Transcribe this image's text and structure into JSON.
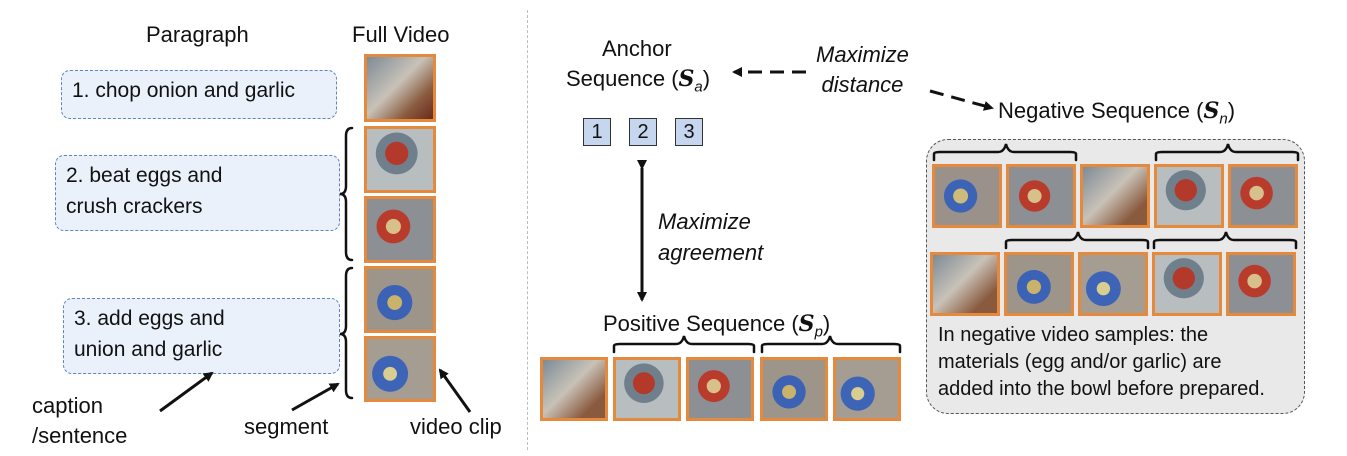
{
  "left": {
    "paragraph_title": "Paragraph",
    "video_title": "Full Video",
    "captions": [
      {
        "lines": [
          "1. chop onion and garlic"
        ]
      },
      {
        "lines": [
          "2. beat eggs and",
          "crush crackers"
        ]
      },
      {
        "lines": [
          "3. add eggs and",
          "union and garlic"
        ]
      }
    ],
    "labels": {
      "caption": [
        "caption",
        "/sentence"
      ],
      "segment": "segment",
      "video_clip": "video clip"
    }
  },
  "right": {
    "anchor": {
      "line1": "Anchor",
      "line2": "Sequence (",
      "symbol": "S",
      "sub": "a",
      "close": ")"
    },
    "steps": [
      "1",
      "2",
      "3"
    ],
    "maximize_distance": [
      "Maximize",
      "distance"
    ],
    "maximize_agreement": [
      "Maximize",
      "agreement"
    ],
    "negative": {
      "text": "Negative Sequence (",
      "symbol": "S",
      "sub": "n",
      "close": ")"
    },
    "positive": {
      "text": "Positive Sequence (",
      "symbol": "S",
      "sub": "p",
      "close": ")"
    },
    "negative_note": [
      "In negative video samples: the",
      "materials (egg and/or garlic) are",
      "added into the bowl before prepared."
    ]
  },
  "colors": {
    "frame_border": "#e58a3c",
    "caption_fill": "#eaf1fb",
    "caption_border": "#5b86c6",
    "step_fill": "#c7d6ef",
    "panel_fill": "#e9e9e9"
  }
}
